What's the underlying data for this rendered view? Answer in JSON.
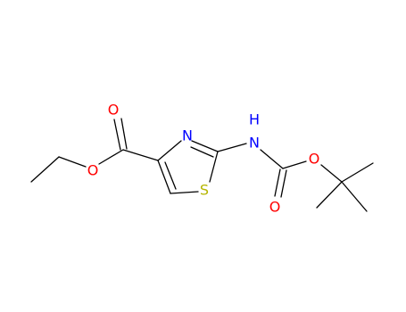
{
  "molecule": {
    "colors": {
      "bond": "#000000",
      "oxygen": "#ff0000",
      "nitrogen": "#0000ff",
      "sulfur": "#b5b500",
      "background": "#ffffff"
    },
    "atoms": [
      {
        "id": "o_carbonyl_ester",
        "label": "O",
        "element": "oxygen"
      },
      {
        "id": "o_ether_ester",
        "label": "O",
        "element": "oxygen"
      },
      {
        "id": "n_ring",
        "label": "N",
        "element": "nitrogen"
      },
      {
        "id": "s_ring",
        "label": "S",
        "element": "sulfur"
      },
      {
        "id": "nh_h",
        "label": "H",
        "element": "nitrogen"
      },
      {
        "id": "nh_n",
        "label": "N",
        "element": "nitrogen"
      },
      {
        "id": "o_ether_boc",
        "label": "O",
        "element": "oxygen"
      },
      {
        "id": "o_carbonyl_boc",
        "label": "O",
        "element": "oxygen"
      }
    ]
  }
}
